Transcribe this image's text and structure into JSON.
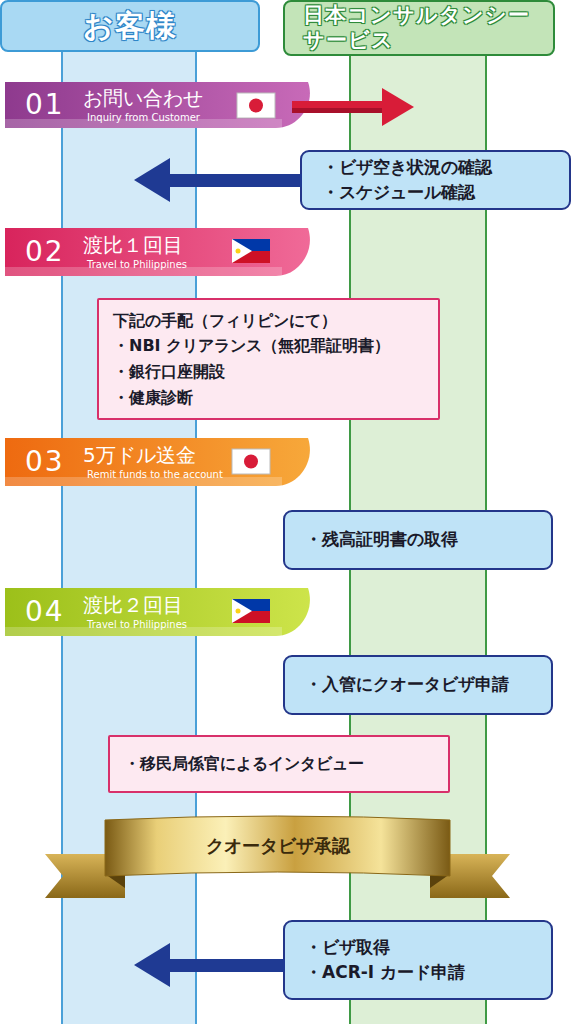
{
  "diagram": {
    "nodes": [
      {
        "text": [
          "お客様"
        ]
      },
      {
        "text": [
          "日本コンサルタンシー サービス"
        ]
      },
      {
        "text": [
          "01",
          "お問い合わせ",
          "Inquiry from Customer"
        ]
      },
      {
        "text": [
          "・ビザ空き状況の確認",
          "・スケジュール確認"
        ]
      },
      {
        "text": [
          "02",
          "渡比１回目",
          "Travel to Philippines"
        ]
      },
      {
        "text": [
          "下記の手配（フィリピンにて）",
          "・NBI クリアランス（無犯罪証明書）",
          "・銀行口座開設",
          "・健康診断"
        ]
      },
      {
        "text": [
          "03",
          "5万ドル送金",
          "Remit funds to the account"
        ]
      },
      {
        "text": [
          "・残高証明書の取得"
        ]
      },
      {
        "text": [
          "04",
          "渡比２回目",
          "Travel to Philippines"
        ]
      },
      {
        "text": [
          "・入管にクオータビザ申請"
        ]
      },
      {
        "text": [
          "・移民局係官によるインタビュー"
        ]
      },
      {
        "text": [
          "クオータビザ承認"
        ]
      },
      {
        "text": [
          "・ビザ取得",
          "・ACR-I カード申請"
        ]
      }
    ]
  }
}
